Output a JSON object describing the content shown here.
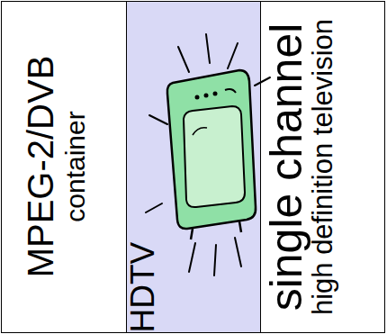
{
  "diagram": {
    "nodes": [
      {
        "text": [
          "MPEG-2/DVB",
          "container"
        ]
      },
      {
        "text": [
          "HDTV"
        ]
      },
      {
        "text": [
          "single channel",
          "high definition television"
        ]
      }
    ]
  }
}
